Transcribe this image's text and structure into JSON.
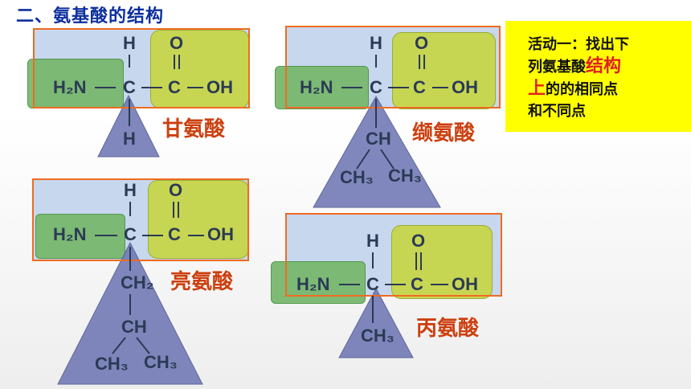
{
  "title": "二、氨基酸的结构",
  "molecules": {
    "glycine": {
      "name": "甘氨酸",
      "top_h": "H",
      "o": "O",
      "amino": "H₂N",
      "c1": "C",
      "c2": "C",
      "oh": "OH",
      "r": "H"
    },
    "valine": {
      "name": "缬氨酸",
      "top_h": "H",
      "o": "O",
      "amino": "H₂N",
      "c1": "C",
      "c2": "C",
      "oh": "OH",
      "r1": "CH",
      "r2a": "CH₃",
      "r2b": "CH₃"
    },
    "leucine": {
      "name": "亮氨酸",
      "top_h": "H",
      "o": "O",
      "amino": "H₂N",
      "c1": "C",
      "c2": "C",
      "oh": "OH",
      "r1": "CH₂",
      "r2": "CH",
      "r3a": "CH₃",
      "r3b": "CH₃"
    },
    "alanine": {
      "name": "丙氨酸",
      "top_h": "H",
      "o": "O",
      "amino": "H₂N",
      "c1": "C",
      "c2": "C",
      "oh": "OH",
      "r": "CH₃"
    }
  },
  "activity": {
    "line1": "活动一：找出下",
    "line2a": "列氨基酸",
    "line2b": "结构",
    "line3a": "上",
    "line3b": "的的相同点",
    "line4": "和不同点"
  },
  "colors": {
    "title": "#0d2fa0",
    "name": "#cc3f0e",
    "amino_group": "#79b86e",
    "carboxyl_group": "#c8d64a",
    "r_group": "#6a72b0",
    "backbone_box": "#c7d7ee",
    "outline": "#ef6b22",
    "activity_bg": "#ffff00"
  }
}
